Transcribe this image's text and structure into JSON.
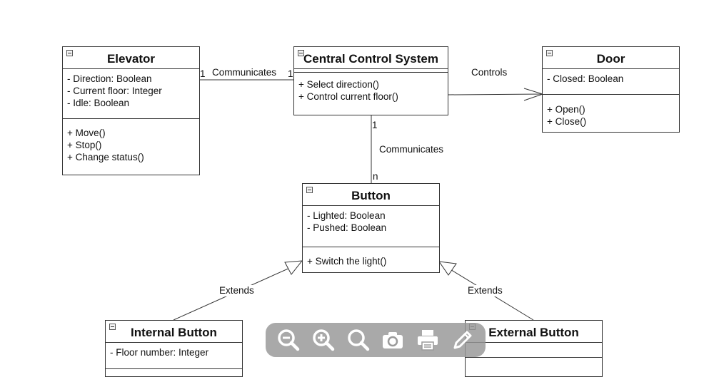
{
  "classes": {
    "elevator": {
      "name": "Elevator",
      "attributes": [
        "- Direction: Boolean",
        "- Current floor: Integer",
        "- Idle: Boolean"
      ],
      "methods": [
        "+ Move()",
        "+ Stop()",
        "+ Change status()"
      ]
    },
    "central": {
      "name": "Central Control System",
      "attributes": [],
      "methods": [
        "+ Select direction()",
        "+ Control current floor()"
      ]
    },
    "door": {
      "name": "Door",
      "attributes": [
        "- Closed: Boolean"
      ],
      "methods": [
        "+ Open()",
        "+ Close()"
      ]
    },
    "button": {
      "name": "Button",
      "attributes": [
        "- Lighted: Boolean",
        "- Pushed: Boolean"
      ],
      "methods": [
        "+ Switch the light()"
      ]
    },
    "internal": {
      "name": "Internal Button",
      "attributes": [
        "- Floor number: Integer"
      ]
    },
    "external": {
      "name": "External Button",
      "attributes": []
    }
  },
  "relations": {
    "elevator_central": {
      "label": "Communicates",
      "mult_left": "1",
      "mult_right": "1"
    },
    "central_door": {
      "label": "Controls"
    },
    "central_button": {
      "label": "Communicates",
      "mult_top": "1",
      "mult_bottom": "n"
    },
    "internal_extends": {
      "label": "Extends"
    },
    "external_extends": {
      "label": "Extends"
    }
  },
  "toolbar": {
    "icons": [
      "zoom-out-icon",
      "zoom-in-icon",
      "zoom-reset-icon",
      "camera-icon",
      "print-icon",
      "edit-icon"
    ]
  }
}
